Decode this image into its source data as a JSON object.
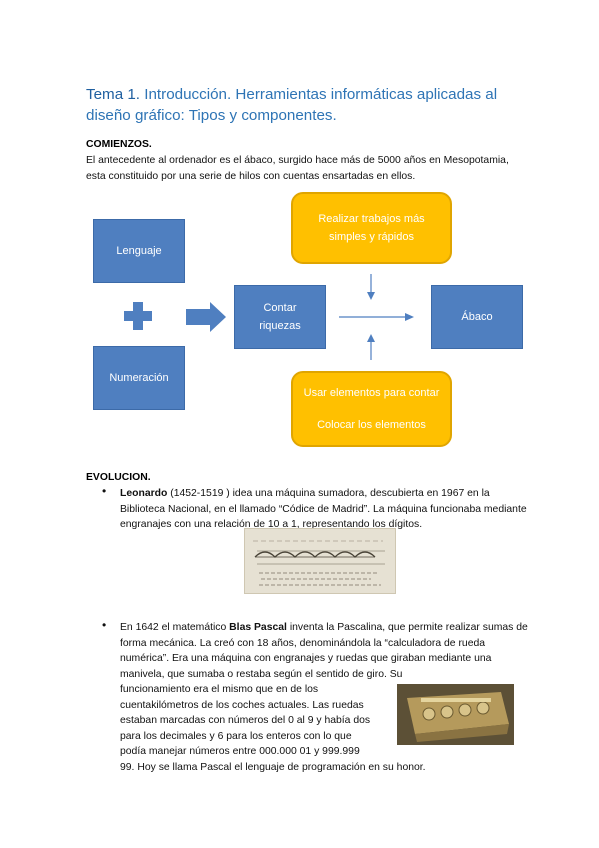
{
  "title": {
    "lead": "Tema 1.",
    "text": " Introducción. Herramientas informáticas aplicadas al diseño gráfico: Tipos y componentes."
  },
  "comienzos": {
    "heading": "COMIENZOS.",
    "paragraph": "El antecedente al ordenador es el ábaco, surgido hace más de 5000 años en Mesopotamia, esta constituido por una serie de hilos con cuentas ensartadas en ellos."
  },
  "diagram": {
    "lenguaje": "Lenguaje",
    "numeracion": "Numeración",
    "contar_line1": "Contar",
    "contar_line2": "riquezas",
    "abaco": "Ábaco",
    "top_line1": "Realizar trabajos  más",
    "top_line2": "simples y rápidos",
    "bottom_line1": "Usar elementos para contar",
    "bottom_line2": "Colocar los elementos",
    "colors": {
      "blue": "#4f7fc0",
      "orange": "#ffc000"
    }
  },
  "evolucion": {
    "heading": "EVOLUCION.",
    "bullet_symbol": "•",
    "item1": {
      "bold": "Leonardo",
      "text": " (1452-1519 ) idea una máquina sumadora, descubierta en 1967 en la Biblioteca Nacional, en el llamado “Códice de Madrid”. La máquina funcionaba mediante engranajes con una relación de 10 a 1, representando los dígitos."
    },
    "item2": {
      "pre": "En 1642 el matemático ",
      "bold": "Blas Pascal",
      "post1": " inventa la Pascalina, que permite realizar sumas de forma mecánica. La creó con 18 años, denominándola la “calculadora de rueda numérica”. Era una máquina con engranajes y ruedas que giraban mediante una manivela, que sumaba o restaba según el sentido de giro. Su",
      "line_a": "funcionamiento era el mismo que en de los",
      "line_b": "cuentakilómetros de los coches actuales. Las ruedas",
      "line_c": "estaban marcadas con números del 0 al 9 y había dos",
      "line_d": "para los decimales y 6 para los enteros con lo que",
      "line_e": "podía manejar números entre 000.000 01 y 999.999",
      "line_f": "99. Hoy se llama Pascal el lenguaje de programación en su honor."
    }
  }
}
